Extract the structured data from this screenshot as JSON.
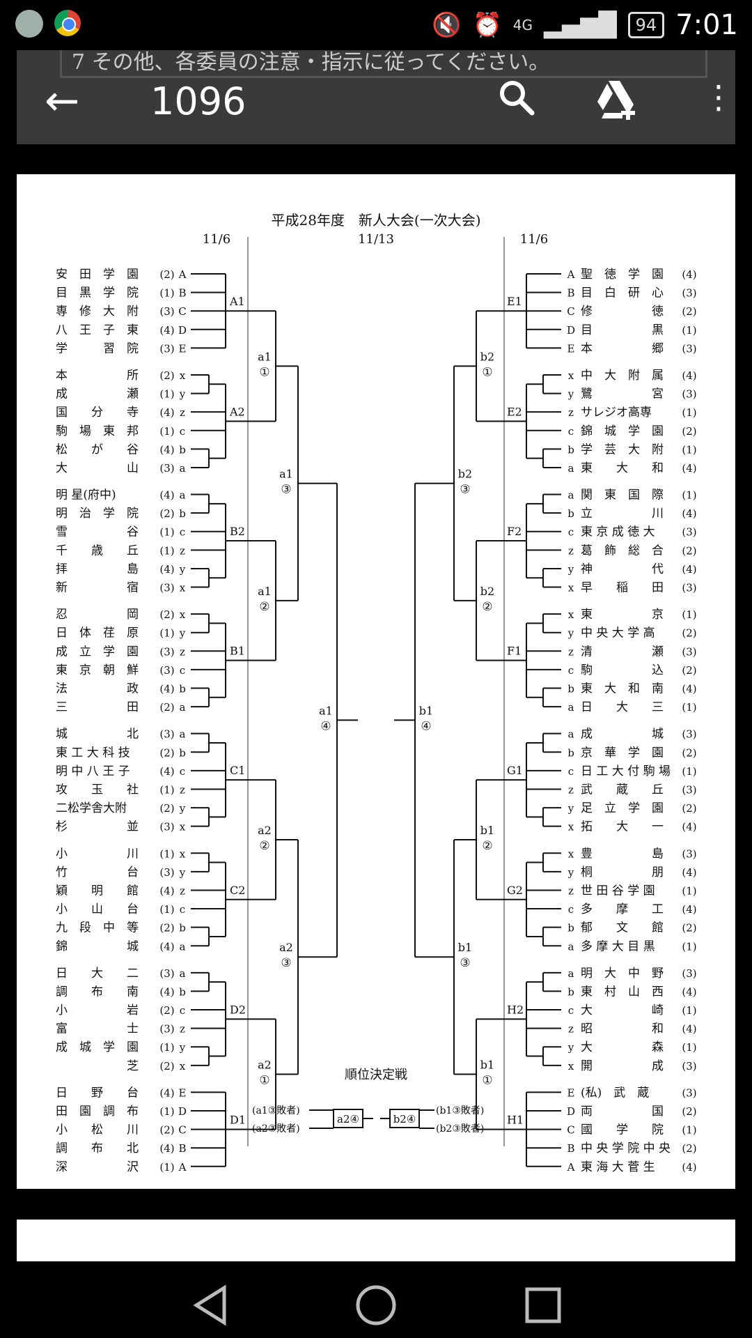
{
  "statusbar": {
    "battery": "94",
    "network": "4G",
    "time": "7:01"
  },
  "toolbar": {
    "doc_strip": "7 その他、各委員の注意・指示に従ってください。",
    "title": "1096"
  },
  "bracket": {
    "title": "平成28年度　新人大会(一次大会)",
    "date_left": "11/6",
    "date_center": "11/13",
    "date_right": "11/6",
    "playoff_title": "順位決定戦",
    "left_groups": [
      {
        "label": "A1",
        "teams": [
          [
            "安　田　学　園",
            "(2)",
            "A"
          ],
          [
            "目　黒　学　院",
            "(1)",
            "B"
          ],
          [
            "専　修　大　附",
            "(3)",
            "C"
          ],
          [
            "八　王　子　東",
            "(4)",
            "D"
          ],
          [
            "学　　　習　院",
            "(3)",
            "E"
          ]
        ]
      },
      {
        "label": "A2",
        "teams": [
          [
            "本　　　　　所",
            "(2)",
            "x"
          ],
          [
            "成　　　　　瀬",
            "(1)",
            "y"
          ],
          [
            "国　　分　　寺",
            "(4)",
            "z"
          ],
          [
            "駒　場　東　邦",
            "(1)",
            "c"
          ],
          [
            "松　　が　　谷",
            "(4)",
            "b"
          ],
          [
            "大　　　　　山",
            "(3)",
            "a"
          ]
        ]
      },
      {
        "label": "B2",
        "teams": [
          [
            "明 星(府中)",
            "(4)",
            "a"
          ],
          [
            "明　治　学　院",
            "(2)",
            "b"
          ],
          [
            "雪　　　　　谷",
            "(1)",
            "c"
          ],
          [
            "千　　歳　　丘",
            "(1)",
            "z"
          ],
          [
            "拝　　　　　島",
            "(4)",
            "y"
          ],
          [
            "新　　　　　宿",
            "(3)",
            "x"
          ]
        ]
      },
      {
        "label": "B1",
        "teams": [
          [
            "忍　　　　　岡",
            "(2)",
            "x"
          ],
          [
            "日　体　荏　原",
            "(1)",
            "y"
          ],
          [
            "成　立　学　園",
            "(3)",
            "z"
          ],
          [
            "東　京　朝　鮮",
            "(3)",
            "c"
          ],
          [
            "法　　　　　政",
            "(4)",
            "b"
          ],
          [
            "三　　　　　田",
            "(2)",
            "a"
          ]
        ]
      },
      {
        "label": "C1",
        "teams": [
          [
            "城　　　　　北",
            "(3)",
            "a"
          ],
          [
            "東 工 大 科 技",
            "(2)",
            "b"
          ],
          [
            "明 中 八 王 子",
            "(4)",
            "c"
          ],
          [
            "攻　　玉　　社",
            "(1)",
            "z"
          ],
          [
            "二松学舎大附",
            "(2)",
            "y"
          ],
          [
            "杉　　　　　並",
            "(3)",
            "x"
          ]
        ]
      },
      {
        "label": "C2",
        "teams": [
          [
            "小　　　　　川",
            "(1)",
            "x"
          ],
          [
            "竹　　　　　台",
            "(3)",
            "y"
          ],
          [
            "穎　　明　　館",
            "(4)",
            "z"
          ],
          [
            "小　　山　　台",
            "(1)",
            "c"
          ],
          [
            "九　段　中　等",
            "(2)",
            "b"
          ],
          [
            "錦　　　　　城",
            "(4)",
            "a"
          ]
        ]
      },
      {
        "label": "D2",
        "teams": [
          [
            "日　　大　　二",
            "(3)",
            "a"
          ],
          [
            "調　　布　　南",
            "(4)",
            "b"
          ],
          [
            "小　　　　　岩",
            "(2)",
            "c"
          ],
          [
            "富　　　　　士",
            "(3)",
            "z"
          ],
          [
            "成　城　学　園",
            "(1)",
            "y"
          ],
          [
            "　　　　　　芝",
            "(2)",
            "x"
          ]
        ]
      },
      {
        "label": "D1",
        "teams": [
          [
            "日　　野　　台",
            "(4)",
            "E"
          ],
          [
            "田　園　調　布",
            "(1)",
            "D"
          ],
          [
            "小　　松　　川",
            "(2)",
            "C"
          ],
          [
            "調　　布　　北",
            "(4)",
            "B"
          ],
          [
            "深　　　　　沢",
            "(1)",
            "A"
          ]
        ]
      }
    ],
    "right_groups": [
      {
        "label": "E1",
        "teams": [
          [
            "A",
            "聖　徳　学　園",
            "(4)"
          ],
          [
            "B",
            "目　白　研　心",
            "(3)"
          ],
          [
            "C",
            "修　　　　　徳",
            "(2)"
          ],
          [
            "D",
            "目　　　　　黒",
            "(1)"
          ],
          [
            "E",
            "本　　　　　郷",
            "(3)"
          ]
        ]
      },
      {
        "label": "E2",
        "teams": [
          [
            "x",
            "中　大　附　属",
            "(4)"
          ],
          [
            "y",
            "鷺　　　　　宮",
            "(3)"
          ],
          [
            "z",
            "サレジオ高専",
            "(1)"
          ],
          [
            "c",
            "錦　城　学　園",
            "(2)"
          ],
          [
            "b",
            "学　芸　大　附",
            "(1)"
          ],
          [
            "a",
            "東　　大　　和",
            "(4)"
          ]
        ]
      },
      {
        "label": "F2",
        "teams": [
          [
            "a",
            "関　東　国　際",
            "(1)"
          ],
          [
            "b",
            "立　　　　　川",
            "(4)"
          ],
          [
            "c",
            "東 京 成 徳 大",
            "(3)"
          ],
          [
            "z",
            "葛　飾　総　合",
            "(2)"
          ],
          [
            "y",
            "神　　　　　代",
            "(4)"
          ],
          [
            "x",
            "早　　稲　　田",
            "(3)"
          ]
        ]
      },
      {
        "label": "F1",
        "teams": [
          [
            "x",
            "東　　　　　京",
            "(1)"
          ],
          [
            "y",
            "中 央 大 学 高",
            "(2)"
          ],
          [
            "z",
            "清　　　　　瀬",
            "(3)"
          ],
          [
            "c",
            "駒　　　　　込",
            "(2)"
          ],
          [
            "b",
            "東　大　和　南",
            "(4)"
          ],
          [
            "a",
            "日　　大　　三",
            "(1)"
          ]
        ]
      },
      {
        "label": "G1",
        "teams": [
          [
            "a",
            "成　　　　　城",
            "(3)"
          ],
          [
            "b",
            "京　華　学　園",
            "(2)"
          ],
          [
            "c",
            "日 工 大 付 駒 場",
            "(1)"
          ],
          [
            "z",
            "武　　蔵　　丘",
            "(3)"
          ],
          [
            "y",
            "足　立　学　園",
            "(2)"
          ],
          [
            "x",
            "拓　　大　　一",
            "(4)"
          ]
        ]
      },
      {
        "label": "G2",
        "teams": [
          [
            "x",
            "豊　　　　　島",
            "(3)"
          ],
          [
            "y",
            "桐　　　　　朋",
            "(4)"
          ],
          [
            "z",
            "世 田 谷 学 園",
            "(1)"
          ],
          [
            "c",
            "多　　摩　　工",
            "(4)"
          ],
          [
            "b",
            "郁　　文　　館",
            "(2)"
          ],
          [
            "a",
            "多 摩 大 目 黒",
            "(1)"
          ]
        ]
      },
      {
        "label": "H2",
        "teams": [
          [
            "a",
            "明　大　中　野",
            "(3)"
          ],
          [
            "b",
            "東　村　山　西",
            "(4)"
          ],
          [
            "c",
            "大　　　　　崎",
            "(1)"
          ],
          [
            "z",
            "昭　　　　　和",
            "(4)"
          ],
          [
            "y",
            "大　　　　　森",
            "(1)"
          ],
          [
            "x",
            "開　　　　　成",
            "(3)"
          ]
        ]
      },
      {
        "label": "H1",
        "teams": [
          [
            "E",
            "(私)　武　蔵",
            "(3)"
          ],
          [
            "D",
            "両　　　　　国",
            "(2)"
          ],
          [
            "C",
            "國　　学　　院",
            "(1)"
          ],
          [
            "B",
            "中 央 学 院 中 央",
            "(2)"
          ],
          [
            "A",
            "東 海 大 菅 生",
            "(4)"
          ]
        ]
      }
    ],
    "left_r2": [
      [
        "a1",
        "①"
      ],
      [
        "a1",
        "②"
      ],
      [
        "a2",
        "②"
      ],
      [
        "a2",
        "①"
      ]
    ],
    "left_r3": [
      [
        "a1",
        "③"
      ],
      [
        "a2",
        "③"
      ]
    ],
    "left_final": [
      "a1",
      "④"
    ],
    "right_r2": [
      [
        "b2",
        "①"
      ],
      [
        "b2",
        "②"
      ],
      [
        "b1",
        "②"
      ],
      [
        "b1",
        "①"
      ]
    ],
    "right_r3": [
      [
        "b2",
        "③"
      ],
      [
        "b1",
        "③"
      ]
    ],
    "right_final": [
      "b1",
      "④"
    ],
    "playoff": {
      "l1": "(a1③敗者)",
      "l2": "(a2③敗者)",
      "lbox": "a2④",
      "r1": "(b1③敗者)",
      "r2": "(b2③敗者)",
      "rbox": "b2④"
    }
  }
}
